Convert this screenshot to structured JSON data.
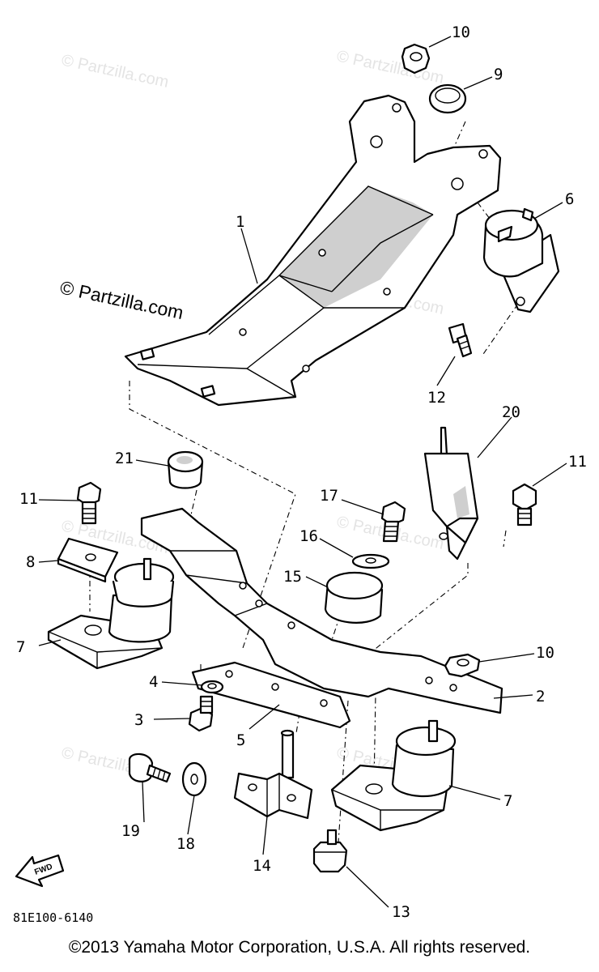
{
  "watermarks": {
    "main": "© Partzilla.com",
    "faint": "© Partzilla.com"
  },
  "callouts": {
    "c1": "1",
    "c2": "2",
    "c3": "3",
    "c4": "4",
    "c5": "5",
    "c6": "6",
    "c7a": "7",
    "c7b": "7",
    "c8": "8",
    "c9": "9",
    "c10a": "10",
    "c10b": "10",
    "c11a": "11",
    "c11b": "11",
    "c12": "12",
    "c13": "13",
    "c14": "14",
    "c15": "15",
    "c16": "16",
    "c17": "17",
    "c18": "18",
    "c19": "19",
    "c20": "20",
    "c21": "21"
  },
  "fwd_label": "FWD",
  "diagram_code": "81E100-6140",
  "copyright": "©2013  Yamaha Motor Corporation, U.S.A. All rights reserved."
}
